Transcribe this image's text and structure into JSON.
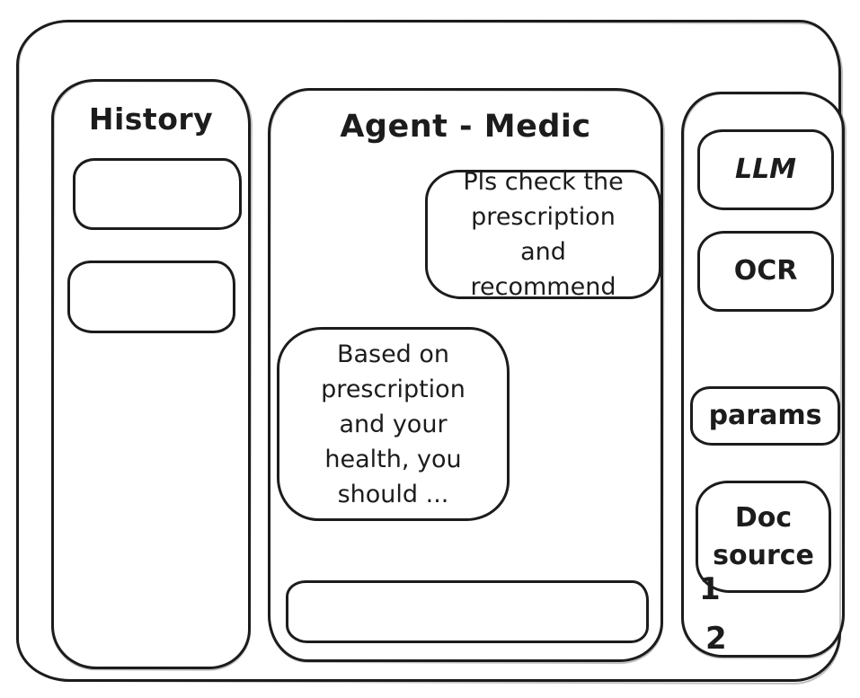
{
  "colors": {
    "ink": "#1c1c1c",
    "background": "#ffffff"
  },
  "history_panel": {
    "title": "History",
    "items": [
      {
        "label": ""
      },
      {
        "label": ""
      }
    ]
  },
  "chat_panel": {
    "title": "Agent - Medic",
    "messages": [
      {
        "role": "user",
        "text": "Pls check the prescription and recommend"
      },
      {
        "role": "agent",
        "text": "Based on prescription and your health, you should ..."
      }
    ],
    "input": {
      "value": "",
      "placeholder": ""
    }
  },
  "tools_panel": {
    "buttons": [
      {
        "label": "LLM"
      },
      {
        "label": "OCR"
      },
      {
        "label": "params"
      },
      {
        "label": "Doc source"
      }
    ],
    "doc_source_items": [
      "1",
      "2"
    ]
  }
}
